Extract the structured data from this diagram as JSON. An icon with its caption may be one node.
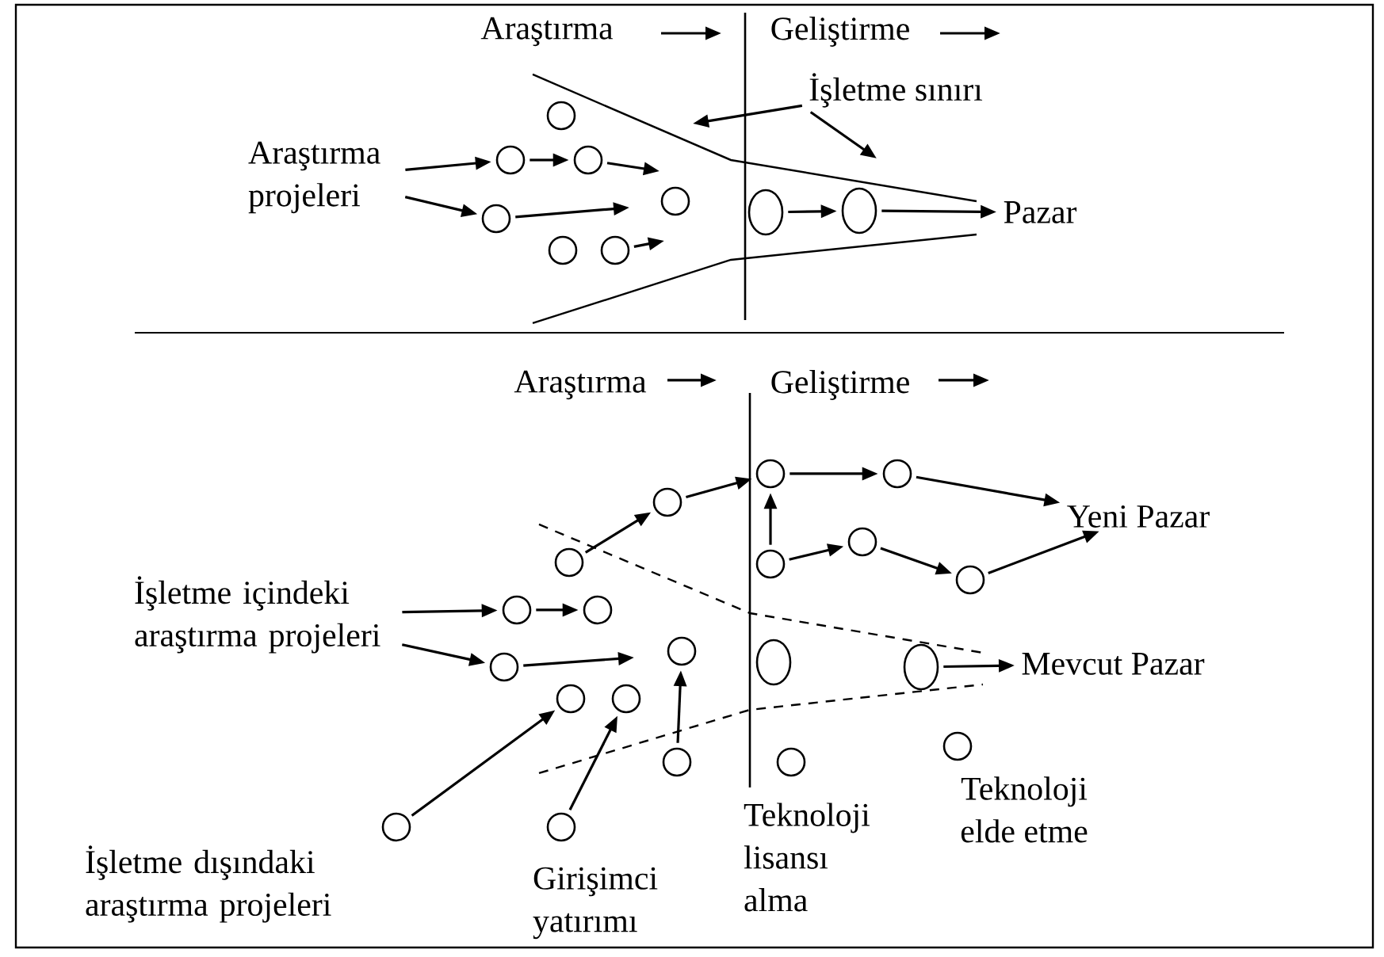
{
  "diagram": {
    "nodes": [
      {
        "text": [
          "Araştırma projeleri"
        ]
      },
      {
        "text": [],
        "shape": "circle"
      },
      {
        "text": [],
        "shape": "circle"
      },
      {
        "text": [],
        "shape": "circle"
      },
      {
        "text": [],
        "shape": "circle"
      },
      {
        "text": [],
        "shape": "circle"
      },
      {
        "text": [],
        "shape": "circle"
      },
      {
        "text": [],
        "shape": "circle"
      },
      {
        "text": [],
        "shape": "ellipse"
      },
      {
        "text": [],
        "shape": "ellipse"
      },
      {
        "text": [
          "İşletme sınırı"
        ]
      },
      {
        "text": [
          "Pazar"
        ]
      },
      {
        "text": [],
        "shape": "circle"
      },
      {
        "text": [],
        "shape": "circle"
      },
      {
        "text": [],
        "shape": "circle"
      },
      {
        "text": [
          "Yeni Pazar"
        ]
      },
      {
        "text": [],
        "shape": "circle"
      },
      {
        "text": [],
        "shape": "circle"
      },
      {
        "text": [],
        "shape": "circle"
      },
      {
        "text": [],
        "shape": "circle"
      },
      {
        "text": [
          "İşletme içindeki araştırma projeleri"
        ]
      },
      {
        "text": [],
        "shape": "circle"
      },
      {
        "text": [],
        "shape": "circle"
      },
      {
        "text": [],
        "shape": "circle"
      },
      {
        "text": [],
        "shape": "ellipse"
      },
      {
        "text": [],
        "shape": "ellipse"
      },
      {
        "text": [
          "Mevcut Pazar"
        ]
      },
      {
        "text": [],
        "shape": "circle"
      },
      {
        "text": [],
        "shape": "circle"
      },
      {
        "text": [],
        "shape": "circle"
      },
      {
        "text": [],
        "shape": "circle",
        "beside": [
          "Teknoloji elde etme"
        ]
      },
      {
        "text": [],
        "shape": "circle"
      },
      {
        "text": [],
        "shape": "circle",
        "beside": [
          "Teknoloji lisansı alma"
        ]
      },
      {
        "text": [],
        "shape": "circle",
        "beside": [
          "İşletme dışındaki araştırma projeleri"
        ]
      },
      {
        "text": [],
        "shape": "circle",
        "beside": [
          "Girişimci yatırımı"
        ]
      }
    ],
    "edges": [
      {
        "from": 0,
        "to": 2,
        "arrow": "to"
      },
      {
        "from": 0,
        "to": 4,
        "arrow": "to"
      },
      {
        "from": 2,
        "to": 3,
        "arrow": "to"
      },
      {
        "from": 3,
        "to": null,
        "arrow": "to"
      },
      {
        "from": 4,
        "to": null,
        "arrow": "to"
      },
      {
        "from": 7,
        "to": null,
        "arrow": "to"
      },
      {
        "from": 8,
        "to": 9,
        "arrow": "to"
      },
      {
        "from": 9,
        "to": 11,
        "arrow": "to"
      },
      {
        "from": 10,
        "to": null,
        "arrow": "to"
      },
      {
        "from": 10,
        "to": null,
        "arrow": "to"
      },
      {
        "from": 17,
        "to": 14,
        "arrow": "to"
      },
      {
        "from": 14,
        "to": 12,
        "arrow": "to"
      },
      {
        "from": 12,
        "to": 13,
        "arrow": "to"
      },
      {
        "from": 13,
        "to": 15,
        "arrow": "to"
      },
      {
        "from": 18,
        "to": 12,
        "arrow": "to"
      },
      {
        "from": 18,
        "to": 16,
        "arrow": "to"
      },
      {
        "from": 16,
        "to": 19,
        "arrow": "to"
      },
      {
        "from": 19,
        "to": 15,
        "arrow": "to"
      },
      {
        "from": 20,
        "to": 21,
        "arrow": "to"
      },
      {
        "from": 20,
        "to": 27,
        "arrow": "to"
      },
      {
        "from": 21,
        "to": 22,
        "arrow": "to"
      },
      {
        "from": 27,
        "to": null,
        "arrow": "to"
      },
      {
        "from": 33,
        "to": 28,
        "arrow": "to"
      },
      {
        "from": 34,
        "to": 29,
        "arrow": "to"
      },
      {
        "from": 31,
        "to": 23,
        "arrow": "to"
      },
      {
        "from": 25,
        "to": 26,
        "arrow": "to"
      }
    ],
    "labels": [
      "Araştırma",
      "Geliştirme",
      "Araştırma",
      "Geliştirme"
    ]
  }
}
